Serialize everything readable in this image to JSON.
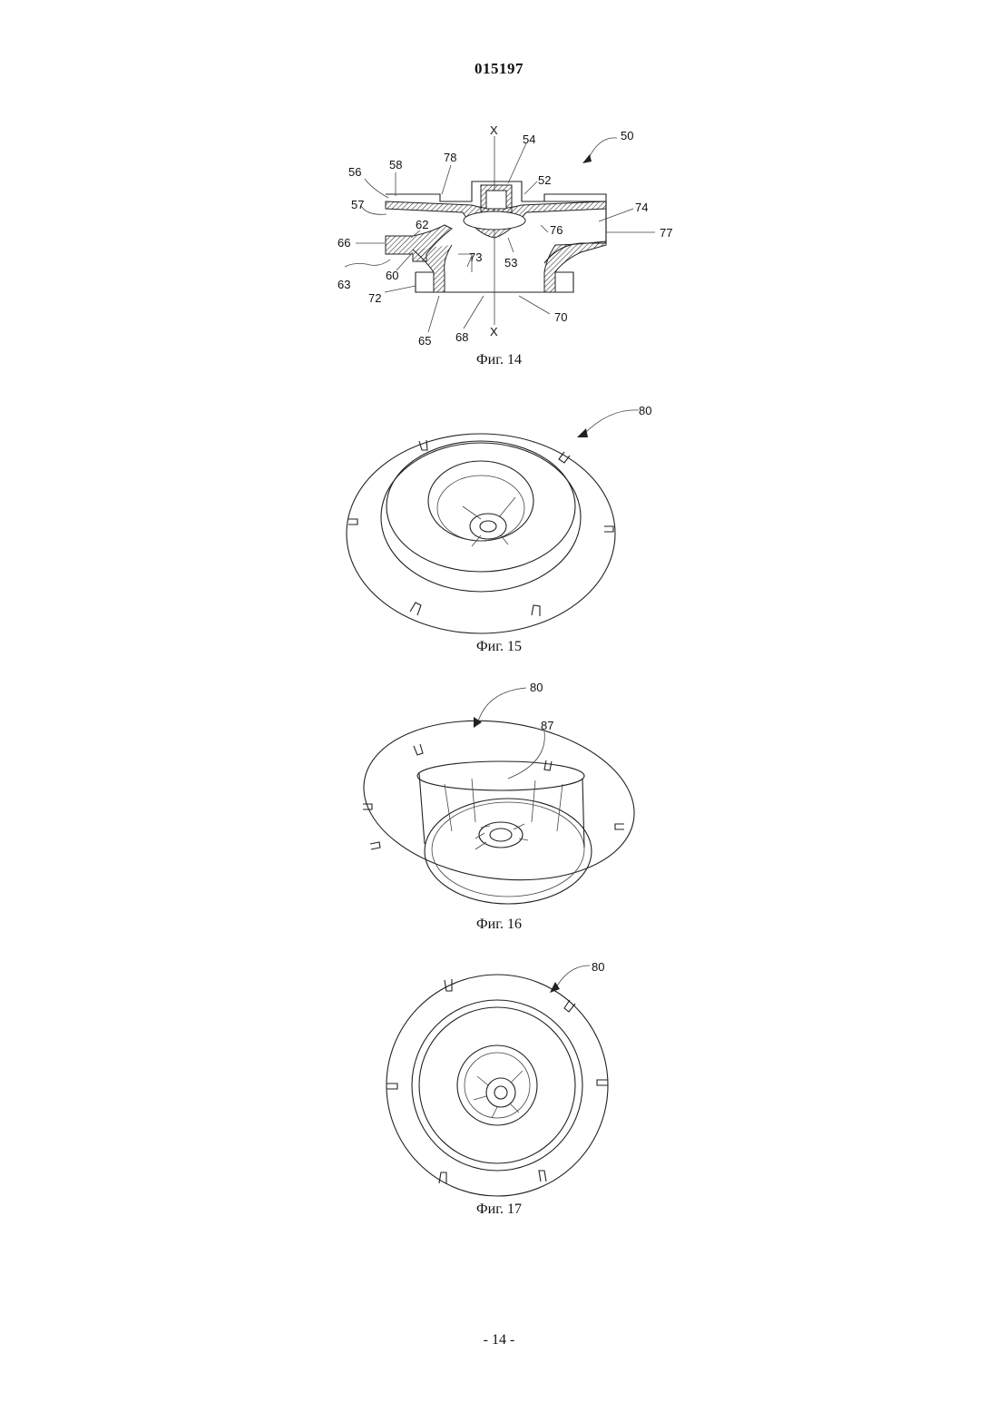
{
  "header": {
    "doc_number": "015197"
  },
  "figures": [
    {
      "caption": "Фиг. 14",
      "labels": [
        "50",
        "54",
        "78",
        "56",
        "58",
        "52",
        "57",
        "74",
        "62",
        "76",
        "66",
        "77",
        "73",
        "53",
        "60",
        "63",
        "72",
        "70",
        "65",
        "68"
      ],
      "axis_label": "X"
    },
    {
      "caption": "Фиг. 15",
      "labels": [
        "80"
      ]
    },
    {
      "caption": "Фиг. 16",
      "labels": [
        "80",
        "87"
      ]
    },
    {
      "caption": "Фиг. 17",
      "labels": [
        "80"
      ]
    }
  ],
  "footer": {
    "page_number": "- 14 -"
  }
}
